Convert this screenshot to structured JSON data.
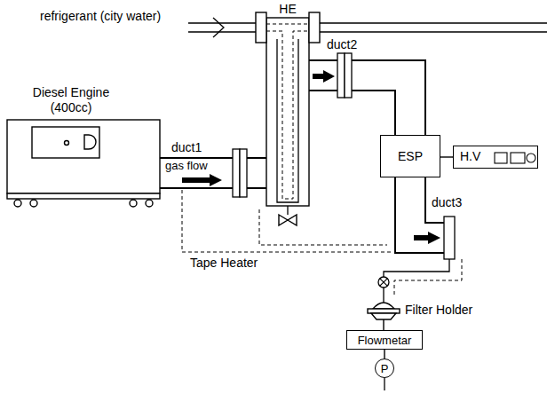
{
  "diagram": {
    "nodes": [
      {
        "text": [
          "Diesel Engine (400cc)"
        ]
      },
      {
        "text": [
          "HE"
        ]
      },
      {
        "text": [
          "ESP"
        ]
      },
      {
        "text": [
          "H.V"
        ]
      },
      {
        "text": [
          "Filter Holder"
        ]
      },
      {
        "text": [
          "Flowmetar"
        ]
      },
      {
        "text": [
          "P"
        ]
      }
    ],
    "edges": [
      {
        "from": 0,
        "to": 1,
        "arrow": "none"
      },
      {
        "from": 1,
        "to": 2,
        "arrow": "none"
      },
      {
        "from": 2,
        "to": 3,
        "arrow": "none"
      },
      {
        "from": 4,
        "to": 5,
        "arrow": "none"
      },
      {
        "from": 5,
        "to": 6,
        "arrow": "none"
      }
    ],
    "labels": [
      "refrigerant (city water)",
      "duct1",
      "gas flow",
      "duct2",
      "duct3",
      "Tape Heater"
    ]
  }
}
